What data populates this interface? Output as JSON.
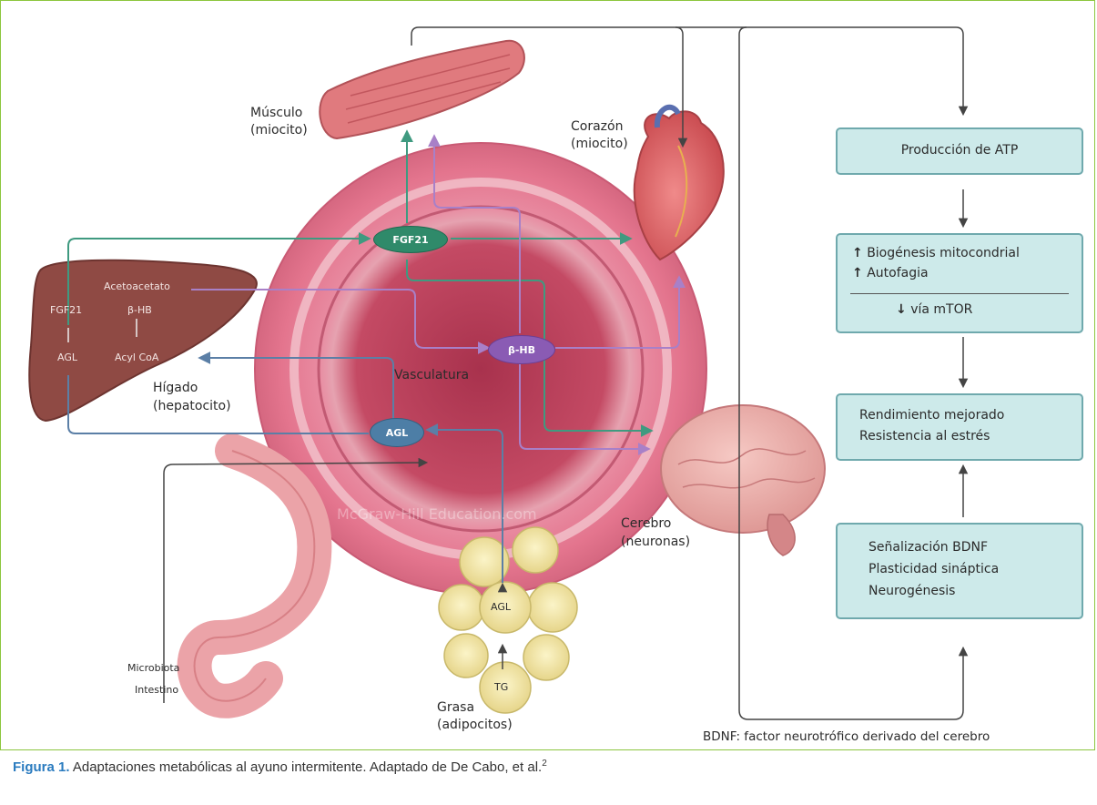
{
  "organs": {
    "muscle": "Músculo",
    "muscle_sub": "(miocito)",
    "heart": "Corazón",
    "heart_sub": "(miocito)",
    "liver": "Hígado",
    "liver_sub": "(hepatocito)",
    "vessel": "Vasculatura",
    "brain": "Cerebro",
    "brain_sub": "(neuronas)",
    "fat": "Grasa",
    "fat_sub": "(adipocitos)",
    "microbiota": "Microbiota",
    "intestine": "Intestino"
  },
  "liver_labels": {
    "fgf21": "FGF21",
    "agl": "AGL",
    "acetoacetate": "Acetoacetato",
    "bhb": "β-HB",
    "acylcoa": "Acyl CoA"
  },
  "markers": {
    "fgf21": "FGF21",
    "bhb": "β-HB",
    "agl": "AGL",
    "fat_agl": "AGL",
    "fat_tg": "TG"
  },
  "watermark": "McGraw-Hill Education.com",
  "boxes": {
    "atp": "Producción de ATP",
    "biogenesis": "Biogénesis mitocondrial",
    "autophagy": "Autofagia",
    "mtor": "vía mTOR",
    "performance_1": "Rendimiento mejorado",
    "performance_2": "Resistencia al estrés",
    "bdnf_1": "Señalización BDNF",
    "bdnf_2": "Plasticidad sináptica",
    "bdnf_3": "Neurogénesis"
  },
  "footnote": "BDNF: factor neurotrófico derivado del cerebro",
  "caption": {
    "label": "Figura 1.",
    "text": " Adaptaciones metabólicas al ayuno intermitente. Adaptado de De Cabo, et al.",
    "ref": "2"
  },
  "colors": {
    "teal_arrow": "#3f9a80",
    "purple_arrow": "#a880c8",
    "blue_arrow": "#5b7fa6",
    "box_fill": "#cdeaea",
    "box_border": "#6fa9ad",
    "vessel_outer": "#e8849a",
    "vessel_inner": "#c8435f",
    "liver": "#8f4a44"
  }
}
